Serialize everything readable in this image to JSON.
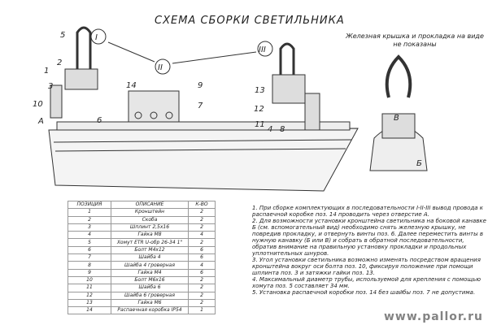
{
  "title": "СХЕМА СБОРКИ СВЕТИЛЬНИКА",
  "hint": "Железная крышка и прокладка на виде не показаны",
  "steps": [
    "I",
    "II",
    "III"
  ],
  "callouts": {
    "c1": "1",
    "c2": "2",
    "c3": "3",
    "c4": "4",
    "c5": "5",
    "c6": "6",
    "c7": "7",
    "c8": "8",
    "c9": "9",
    "c10": "10",
    "c11": "11",
    "c12": "12",
    "c13": "13",
    "c14": "14",
    "A": "А",
    "B": "Б",
    "V": "В"
  },
  "table": {
    "headers": [
      "ПОЗИЦИЯ",
      "ОПИСАНИЕ",
      "К-ВО"
    ],
    "rows": [
      [
        "1",
        "Кронштейн",
        "2"
      ],
      [
        "2",
        "Скоба",
        "2"
      ],
      [
        "3",
        "Шплинт 2,5х16",
        "2"
      ],
      [
        "4",
        "Гайка М8",
        "4"
      ],
      [
        "5",
        "Хомут ETR U-обр 26-34 1\"",
        "2"
      ],
      [
        "6",
        "Болт М4х12",
        "6"
      ],
      [
        "7",
        "Шайба 4",
        "6"
      ],
      [
        "8",
        "Шайба 4 гроверная",
        "4"
      ],
      [
        "9",
        "Гайка М4",
        "6"
      ],
      [
        "10",
        "Болт М6х16",
        "2"
      ],
      [
        "11",
        "Шайба 6",
        "2"
      ],
      [
        "12",
        "Шайба 6 гроверная",
        "2"
      ],
      [
        "13",
        "Гайка М6",
        "2"
      ],
      [
        "14",
        "Распаечная коробка IP54",
        "1"
      ]
    ]
  },
  "notes": [
    "1. При сборке комплектующих в последовательности I-II-III вывод провода к распаечной коробке поз. 14 проводить через отверстие А.",
    "2. Для возможности установки кронштейна светильника на боковой канавке Б (см. вспомогательный вид) необходимо снять железную крышку, не повредив прокладку, и отвернуть винты поз. 6. Далее переместить винты в нужную канавку (Б или В) и собрать в обратной последовательности, обратив внимание на правильную установку прокладки и продольных уплотнительных шнуров.",
    "3. Угол установки светильника возможно изменять посредством вращения кронштейна вокруг оси болта поз. 10, фиксируя положение при помощи шплинта поз. 3 и затяжки гайки поз. 13.",
    "4. Максимальный диаметр трубы, используемой для крепления с помощью хомута поз. 5 составляет 34 мм.",
    "5. Установка распаечной коробки поз. 14 без шайбы поз. 7 не допустима."
  ],
  "watermark": "www.pallor.ru"
}
